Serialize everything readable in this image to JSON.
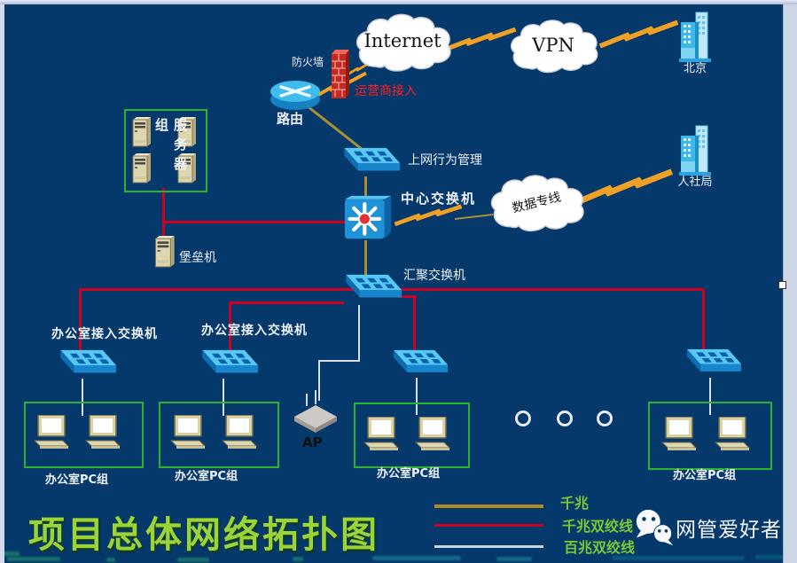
{
  "title": {
    "text": "项目总体网络拓扑图"
  },
  "watermark": {
    "text": "网管爱好者"
  },
  "clouds": {
    "internet": "Internet",
    "vpn": "VPN",
    "data_line": "数据专线"
  },
  "labels": {
    "firewall": "防火墙",
    "router": "路由",
    "carrier_access": "运营商接入",
    "behavior_mgmt": "上网行为管理",
    "core_switch": "中心交换机",
    "agg_switch": "汇聚交换机",
    "server_group": "服务器组",
    "bastion": "堡垒机",
    "beijing": "北京",
    "renshe": "人社局",
    "ap": "AP"
  },
  "office_switches": [
    {
      "label": "办公室接入交换机"
    },
    {
      "label": "办公室接入交换机"
    }
  ],
  "pc_groups": [
    {
      "label": "办公室PC组"
    },
    {
      "label": "办公室PC组"
    },
    {
      "label": "办公室PC组"
    },
    {
      "label": "办公室PC组"
    }
  ],
  "legend": {
    "items": [
      {
        "label": "千兆",
        "color": "#b38a21"
      },
      {
        "label": "千兆双绞线",
        "color": "#cf0020"
      },
      {
        "label": "百兆双绞线",
        "color": "#c9d5e4"
      }
    ]
  },
  "colors": {
    "background": "#05386b",
    "red_line": "#cf0020",
    "gigabit_line": "#ab8b2e",
    "hundred_m_line": "#d9dfe9",
    "group_box_green": "#2eb330",
    "title_green": "#9cd438",
    "legend_green": "#7cc832",
    "carrier_access_red": "#ff2020"
  }
}
